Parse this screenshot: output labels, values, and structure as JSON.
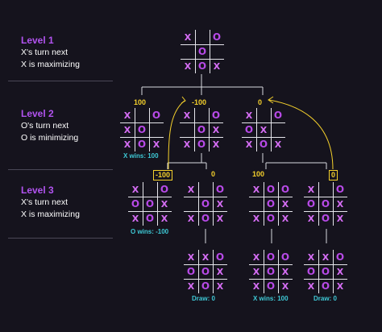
{
  "levels": [
    {
      "title": "Level 1",
      "line1": "X's turn next",
      "line2": "X is maximizing"
    },
    {
      "title": "Level 2",
      "line1": "O's turn next",
      "line2": "O is minimizing"
    },
    {
      "title": "Level 3",
      "line1": "X's turn next",
      "line2": "X is maximizing"
    }
  ],
  "nodes": {
    "root": {
      "cells": [
        "X",
        "",
        "O",
        "",
        "O",
        "",
        "X",
        "O",
        "X"
      ]
    },
    "l2a": {
      "score": "100",
      "cells": [
        "X",
        "",
        "O",
        "X",
        "O",
        "",
        "X",
        "O",
        "X"
      ],
      "result": "X wins: 100"
    },
    "l2b": {
      "score": "-100",
      "cells": [
        "X",
        "",
        "O",
        "",
        "O",
        "X",
        "X",
        "O",
        "X"
      ]
    },
    "l2c": {
      "score": "0",
      "cells": [
        "X",
        "",
        "O",
        "O",
        "X",
        "",
        "X",
        "O",
        "X"
      ]
    },
    "l3a": {
      "score": "-100",
      "cells": [
        "X",
        "",
        "O",
        "O",
        "O",
        "X",
        "X",
        "O",
        "X"
      ],
      "result": "O wins: -100"
    },
    "l3b": {
      "score": "0",
      "cells": [
        "X",
        "",
        "O",
        "",
        "O",
        "X",
        "X",
        "O",
        "X"
      ]
    },
    "l3c": {
      "score": "100",
      "cells": [
        "X",
        "O",
        "O",
        "",
        "O",
        "X",
        "X",
        "O",
        "X"
      ]
    },
    "l3d": {
      "score": "0",
      "cells": [
        "X",
        "",
        "O",
        "O",
        "O",
        "X",
        "X",
        "O",
        "X"
      ]
    },
    "l4b": {
      "cells": [
        "X",
        "X",
        "O",
        "O",
        "O",
        "X",
        "X",
        "O",
        "X"
      ],
      "result": "Draw: 0"
    },
    "l4c": {
      "cells": [
        "X",
        "O",
        "O",
        "X",
        "O",
        "X",
        "X",
        "O",
        "X"
      ],
      "result": "X wins: 100"
    },
    "l4d": {
      "cells": [
        "X",
        "X",
        "O",
        "O",
        "O",
        "X",
        "X",
        "O",
        "X"
      ],
      "result": "Draw: 0"
    }
  },
  "colors": {
    "x": "#d66ef5",
    "o": "#b84ae8",
    "score": "#f4d02c",
    "result": "#3ec9d6",
    "heading": "#b253f0",
    "arrow": "#f4d02c"
  }
}
